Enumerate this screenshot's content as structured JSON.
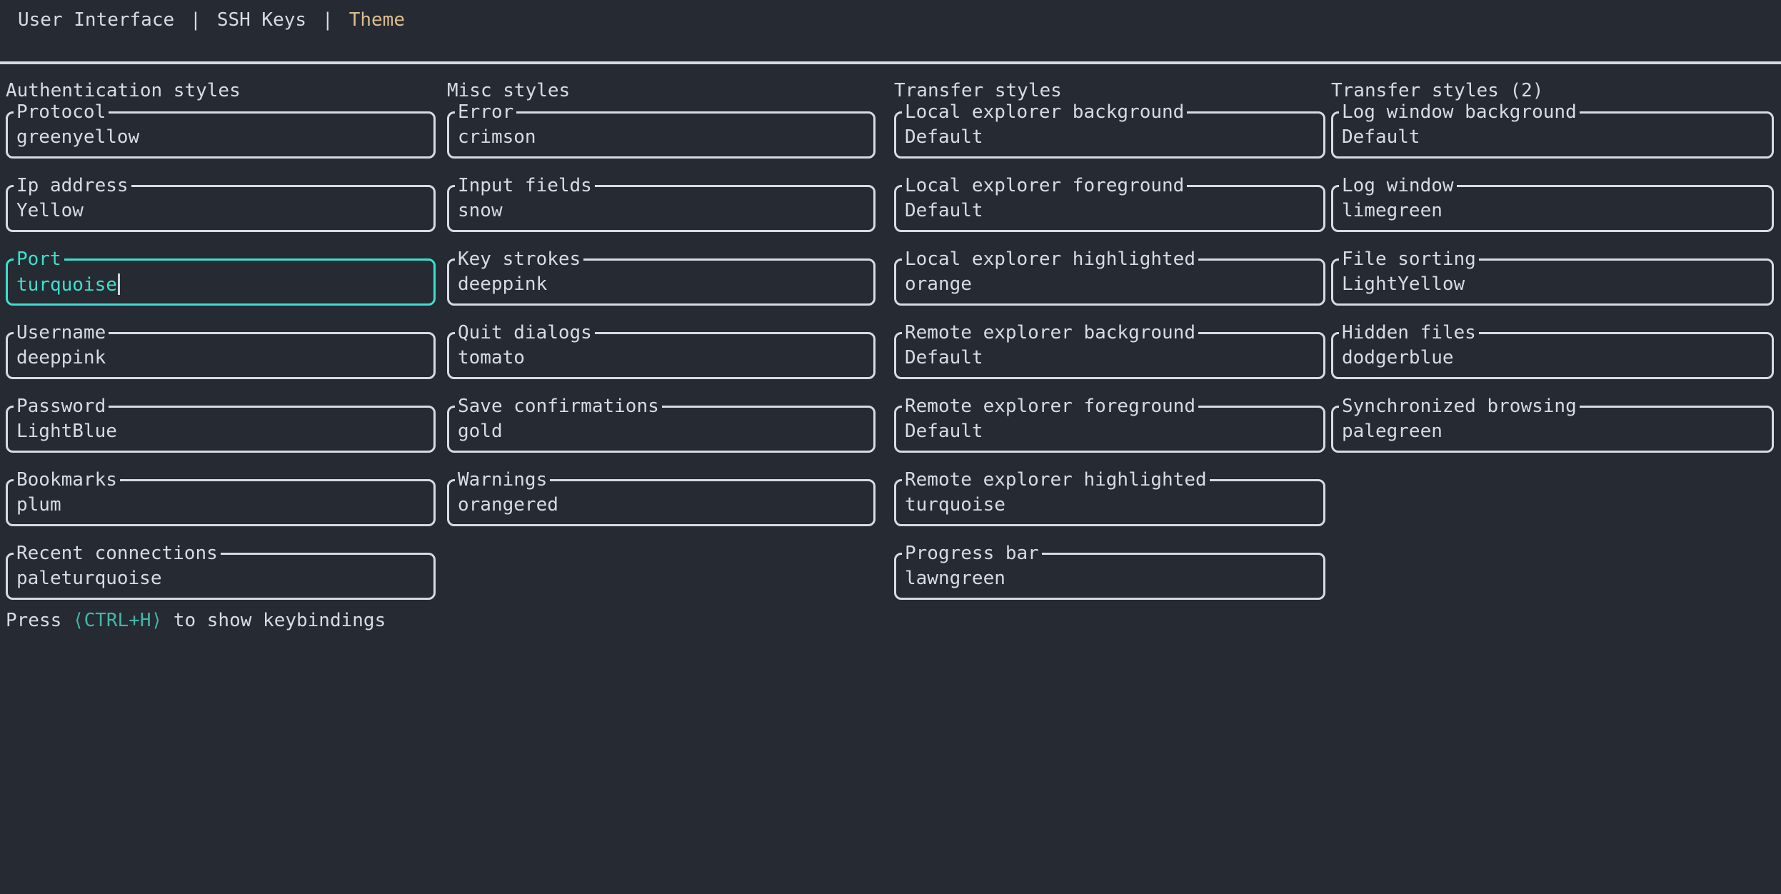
{
  "tabs": {
    "separator": "|",
    "items": [
      {
        "label": "User Interface",
        "active": false
      },
      {
        "label": "SSH Keys",
        "active": false
      },
      {
        "label": "Theme",
        "active": true
      }
    ]
  },
  "columns": [
    {
      "title": "Authentication styles",
      "fields": [
        {
          "label": "Protocol",
          "value": "greenyellow"
        },
        {
          "label": "Ip address",
          "value": "Yellow"
        },
        {
          "label": "Port",
          "value": "turquoise",
          "focused": true
        },
        {
          "label": "Username",
          "value": "deeppink"
        },
        {
          "label": "Password",
          "value": "LightBlue"
        },
        {
          "label": "Bookmarks",
          "value": "plum"
        },
        {
          "label": "Recent connections",
          "value": "paleturquoise"
        }
      ]
    },
    {
      "title": "Misc styles",
      "fields": [
        {
          "label": "Error",
          "value": "crimson"
        },
        {
          "label": "Input fields",
          "value": "snow"
        },
        {
          "label": "Key strokes",
          "value": "deeppink"
        },
        {
          "label": "Quit dialogs",
          "value": "tomato"
        },
        {
          "label": "Save confirmations",
          "value": "gold"
        },
        {
          "label": "Warnings",
          "value": "orangered"
        }
      ]
    },
    {
      "title": "Transfer styles",
      "fields": [
        {
          "label": "Local explorer background",
          "value": "Default"
        },
        {
          "label": "Local explorer foreground",
          "value": "Default"
        },
        {
          "label": "Local explorer highlighted",
          "value": "orange"
        },
        {
          "label": "Remote explorer background",
          "value": "Default"
        },
        {
          "label": "Remote explorer foreground",
          "value": "Default"
        },
        {
          "label": "Remote explorer highlighted",
          "value": "turquoise"
        },
        {
          "label": "Progress bar",
          "value": "lawngreen"
        }
      ]
    },
    {
      "title": "Transfer styles (2)",
      "fields": [
        {
          "label": "Log window background",
          "value": "Default"
        },
        {
          "label": "Log window",
          "value": "limegreen"
        },
        {
          "label": "File sorting",
          "value": "LightYellow"
        },
        {
          "label": "Hidden files",
          "value": "dodgerblue"
        },
        {
          "label": "Synchronized browsing",
          "value": "palegreen"
        }
      ]
    }
  ],
  "footer": {
    "prefix": "Press ",
    "key": "⟨CTRL+H⟩",
    "suffix": " to show keybindings"
  },
  "colors": {
    "bg": "#262a33",
    "fg": "#d6dbe4",
    "tab-active": "#d9bd90",
    "focus": "#3be1cc",
    "hint-key": "#43b7ab",
    "cursor": "#ced3dc"
  }
}
